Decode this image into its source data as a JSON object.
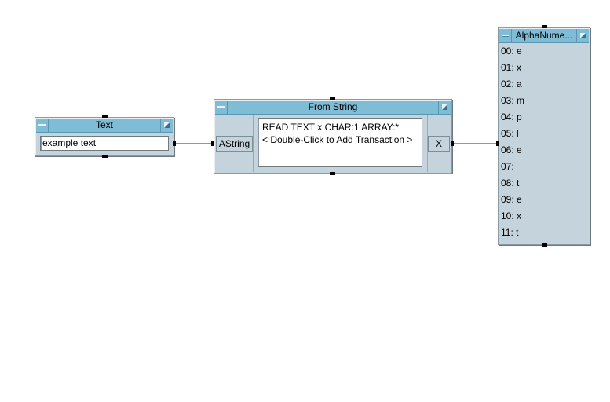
{
  "text_object": {
    "title": "Text",
    "value": "example text"
  },
  "from_string_object": {
    "title": "From String",
    "input_terminal": "AString",
    "output_terminal": "X",
    "transactions": [
      "READ TEXT x CHAR:1 ARRAY:*",
      "< Double-Click to Add Transaction >"
    ]
  },
  "alphanumeric_object": {
    "title": "AlphaNume...",
    "rows": [
      {
        "index": "00:",
        "value": "e"
      },
      {
        "index": "01:",
        "value": "x"
      },
      {
        "index": "02:",
        "value": "a"
      },
      {
        "index": "03:",
        "value": "m"
      },
      {
        "index": "04:",
        "value": "p"
      },
      {
        "index": "05:",
        "value": "l"
      },
      {
        "index": "06:",
        "value": "e"
      },
      {
        "index": "07:",
        "value": ""
      },
      {
        "index": "08:",
        "value": "t"
      },
      {
        "index": "09:",
        "value": "e"
      },
      {
        "index": "10:",
        "value": "x"
      },
      {
        "index": "11:",
        "value": "t"
      }
    ]
  },
  "colors": {
    "titlebar": "#7fbcd6",
    "body": "#c5d4dc",
    "wire": "#d9835a"
  }
}
